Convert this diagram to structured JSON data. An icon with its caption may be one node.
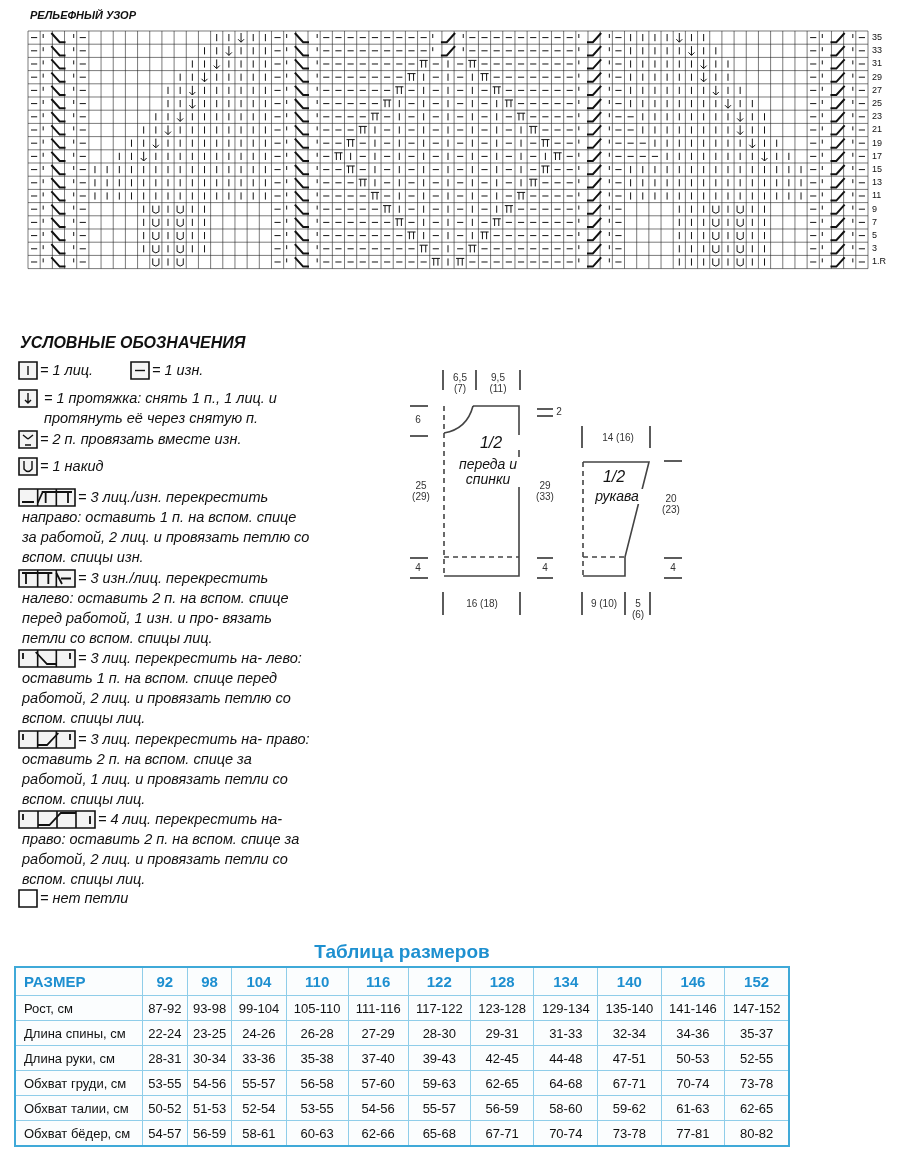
{
  "diagram": {
    "nodes": [
      {
        "text": [
          "1/2",
          "переда и спинки"
        ]
      },
      {
        "text": [
          "1/2",
          "рукава"
        ]
      }
    ],
    "edges": [],
    "labels": [
      "РЕЛЬЕФНЫЙ УЗОР",
      "35",
      "33",
      "31",
      "29",
      "27",
      "25",
      "23",
      "21",
      "19",
      "17",
      "15",
      "13",
      "11",
      "9",
      "7",
      "5",
      "3",
      "1.R",
      "УСЛОВНЫЕ ОБОЗНАЧЕНИЯ",
      "6,5 (7)",
      "9,5 (11)",
      "6",
      "2",
      "25 (29)",
      "29 (33)",
      "4",
      "4",
      "16 (18)",
      "14 (16)",
      "20 (23)",
      "4",
      "9 (10)",
      "5 (6)",
      "Таблица размеров",
      "РАЗМЕР",
      "92",
      "98",
      "104",
      "110",
      "116",
      "122",
      "128",
      "134",
      "140",
      "146",
      "152",
      "Рост, см",
      "87-92",
      "93-98",
      "99-104",
      "105-110",
      "111-116",
      "117-122",
      "123-128",
      "129-134",
      "135-140",
      "141-146",
      "147-152",
      "Длина спины, см",
      "22-24",
      "23-25",
      "24-26",
      "26-28",
      "27-29",
      "28-30",
      "29-31",
      "31-33",
      "32-34",
      "34-36",
      "35-37",
      "Длина руки, см",
      "28-31",
      "30-34",
      "33-36",
      "35-38",
      "37-40",
      "39-43",
      "42-45",
      "44-48",
      "47-51",
      "50-53",
      "52-55",
      "Обхват груди, см",
      "53-55",
      "54-56",
      "55-57",
      "56-58",
      "57-60",
      "59-63",
      "62-65",
      "64-68",
      "67-71",
      "70-74",
      "73-78",
      "Обхват талии, см",
      "50-52",
      "51-53",
      "52-54",
      "53-55",
      "54-56",
      "55-57",
      "56-59",
      "58-60",
      "59-62",
      "61-63",
      "62-65",
      "Обхват бёдер, см",
      "54-57",
      "56-59",
      "58-61",
      "60-63",
      "62-66",
      "65-68",
      "67-71",
      "70-74",
      "73-78",
      "77-81",
      "80-82"
    ],
    "legend": [
      {
        "text": "= 1 лиц."
      },
      {
        "text": "= 1 изн."
      },
      {
        "text": "= 1 протяжка: снять 1 п., 1 лиц. и протянуть её через снятую п."
      },
      {
        "text": "= 2 п. провязать вместе изн."
      },
      {
        "text": "= 1 накид"
      },
      {
        "text": "= 3 лиц./изн. перекрестить направо: оставить 1 п. на вспом. спице за работой, 2 лиц. и провязать петлю со вспом. спицы изн."
      },
      {
        "text": "= 3 изн./лиц. перекрестить налево: оставить 2 п. на вспом. спице перед работой, 1 изн. и про- вязать петли со вспом. спицы лиц."
      },
      {
        "text": "= 3 лиц. перекрестить на- лево: оставить 1 п. на вспом. спице перед работой, 2 лиц. и провязать петлю со вспом. спицы лиц."
      },
      {
        "text": "= 3 лиц. перекрестить на- право: оставить 2 п. на вспом. спице за работой, 1 лиц. и провязать петли со вспом. спицы лиц."
      },
      {
        "text": "= 4 лиц. перекрестить на- право: оставить 2 п. на вспом. спице за работой, 2 лиц. и провязать петли со вспом. спицы лиц."
      },
      {
        "text": "= нет петли"
      }
    ]
  }
}
